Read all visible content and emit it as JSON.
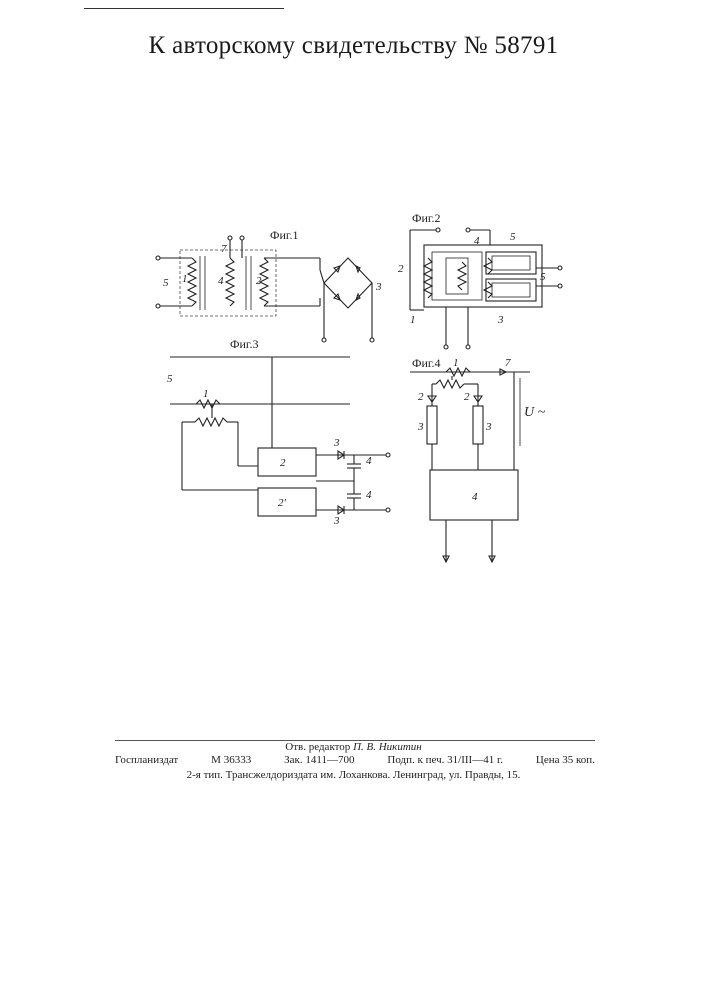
{
  "header": {
    "title": "К авторскому свидетельству № 58791"
  },
  "figures": {
    "fig1": {
      "caption": "Фиг.1",
      "labels": [
        "5",
        "1",
        "7",
        "4",
        "2",
        "3"
      ]
    },
    "fig2": {
      "caption": "Фиг.2",
      "labels": [
        "2",
        "4",
        "5",
        "5",
        "1",
        "3"
      ]
    },
    "fig3": {
      "caption": "Фиг.3",
      "labels": [
        "5",
        "1",
        "2",
        "2'",
        "3",
        "3",
        "4",
        "4"
      ]
    },
    "fig4": {
      "caption": "Фиг.4",
      "labels": [
        "1",
        "7",
        "2",
        "2",
        "3",
        "3",
        "4",
        "U ~"
      ]
    }
  },
  "imprint": {
    "editor_prefix": "Отв. редактор",
    "editor_name": "П. В. Никитин",
    "publisher": "Госпланиздат",
    "m_number": "М 36333",
    "order": "Зак. 1411—700",
    "signed": "Подп. к печ. 31/III—41 г.",
    "price": "Цена 35 коп.",
    "printer": "2-я тип. Трансжелдориздата им. Лоханкова. Ленинград, ул. Правды, 15."
  }
}
